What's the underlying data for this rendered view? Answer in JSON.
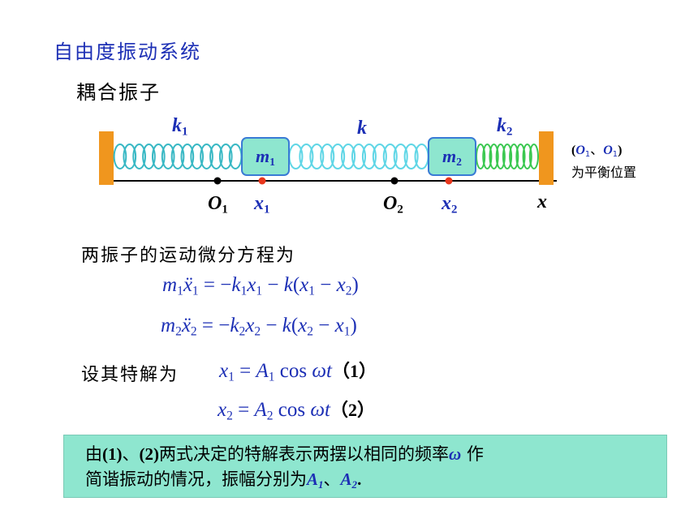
{
  "slide": {
    "title": "自由度振动系统",
    "subtitle": "耦合振子",
    "diagram": {
      "spring_labels": {
        "k1": "k",
        "k1_sub": "1",
        "k": "k",
        "k2": "k",
        "k2_sub": "2"
      },
      "mass_labels": {
        "m1": "m",
        "m1_sub": "1",
        "m2": "m",
        "m2_sub": "2"
      },
      "axis_labels": {
        "O1": "O",
        "O1_sub": "1",
        "x1": "x",
        "x1_sub": "1",
        "O2": "O",
        "O2_sub": "2",
        "x2": "x",
        "x2_sub": "2",
        "x": "x"
      },
      "note_line1_open": "(",
      "note_O1a": "O",
      "note_O1a_sub": "1",
      "note_sep": "、",
      "note_O1b": "O",
      "note_O1b_sub": "1",
      "note_line1_close": ")",
      "note_line2": "为平衡位置",
      "colors": {
        "wall": "#f0961e",
        "mass_fill": "#8ee6cf",
        "spring_k1": "#38b8c4",
        "spring_k": "#5fd6e6",
        "spring_k2": "#3ac850",
        "point_red": "#e8361c",
        "point_black": "#000000"
      }
    },
    "eq_intro": "两振子的运动微分方程为",
    "eq1": {
      "m": "m",
      "m_sub": "1",
      "xdd": "ẍ",
      "xdd_sub": "1",
      "eq": " = −",
      "k1": "k",
      "k1_sub": "1",
      "x1": "x",
      "x1_sub": "1",
      "minus": " − ",
      "k": "k",
      "paren_open": "(",
      "a": "x",
      "a_sub": "1",
      "m2": " − ",
      "b": "x",
      "b_sub": "2",
      "paren_close": ")"
    },
    "eq2": {
      "m": "m",
      "m_sub": "2",
      "xdd": "ẍ",
      "xdd_sub": "2",
      "eq": " = −",
      "k1": "k",
      "k1_sub": "2",
      "x1": "x",
      "x1_sub": "2",
      "minus": " − ",
      "k": "k",
      "paren_open": "(",
      "a": "x",
      "a_sub": "2",
      "m2": " − ",
      "b": "x",
      "b_sub": "1",
      "paren_close": ")"
    },
    "sol_intro": "设其特解为",
    "sol1": {
      "x": "x",
      "x_sub": "1",
      "eq": " = ",
      "A": "A",
      "A_sub": "1",
      "cos": " cos ",
      "wt": "ωt",
      "tag": "（1）"
    },
    "sol2": {
      "x": "x",
      "x_sub": "2",
      "eq": " = ",
      "A": "A",
      "A_sub": "2",
      "cos": " cos ",
      "wt": "ωt",
      "tag": "（2）"
    },
    "note": {
      "p1": "由",
      "p2": "(1)",
      "p3": "、",
      "p4": "(2)",
      "p5": "两式决定的特解表示两摆以相同的频率",
      "omega": "ω",
      "p6": " 作",
      "line2a": "简谐振动的情况，振幅分别为",
      "A1": "A",
      "A1_sub": "1",
      "sep": "、",
      "A2": "A",
      "A2_sub": "2",
      "end": "."
    }
  }
}
